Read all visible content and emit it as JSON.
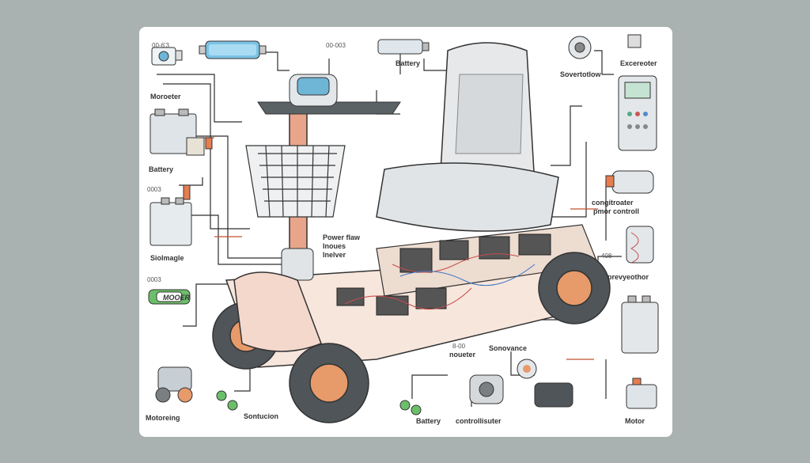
{
  "labels": {
    "monitor": "Moroeter",
    "battery_left": "Battery",
    "solenoid": "Siolmagle",
    "motor_left": "MOOER",
    "motorwing": "Motoreing",
    "sontucion": "Sontucion",
    "battery_top": "Battery",
    "battery_bottom": "Battery",
    "controllisuter": "controllisuter",
    "sovenvance": "Sonovance",
    "noveter": "noueter",
    "power_flow_1": "Power flaw",
    "power_flow_2": "Inoues",
    "power_flow_3": "Inelver",
    "sovertation": "Sovertotlow",
    "excereoter": "Excereoter",
    "congitroater_1": "congitroater",
    "congitroater_2": "pmor controll",
    "prevyeothor": "prevyeothor",
    "motor_right": "Motor"
  },
  "codes": {
    "top_left": "00-6'3",
    "top_center": "00-003",
    "left_mid": "0003",
    "left_low": "0003",
    "bottom_center": "8-00",
    "right_mid": "408 -"
  }
}
